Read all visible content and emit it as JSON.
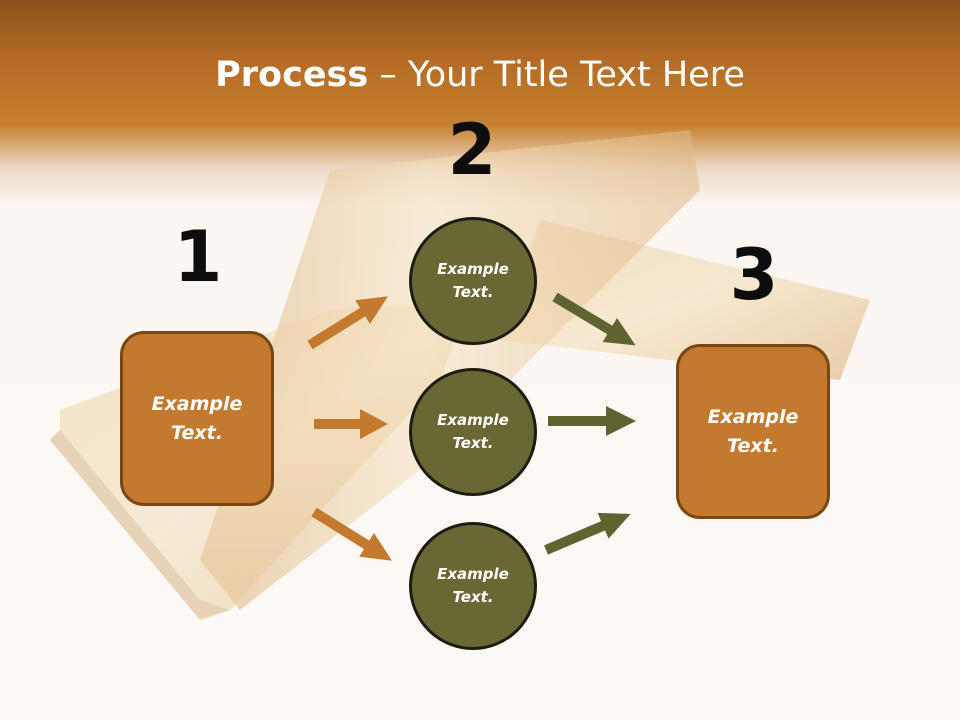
{
  "slide": {
    "title_bold": "Process",
    "title_rest": " – Your Title Text Here",
    "numbers": [
      "1",
      "2",
      "3"
    ],
    "left_box": {
      "text": "Example Text."
    },
    "circles": [
      {
        "text": "Example Text."
      },
      {
        "text": "Example Text."
      },
      {
        "text": "Example Text."
      }
    ],
    "right_box": {
      "text": "Example Text."
    }
  },
  "colors": {
    "box_fill": "#c47a2e",
    "circle_fill": "#696834",
    "arrow_orange": "#c47a2e",
    "arrow_olive": "#5e6330",
    "header": "#b56b25"
  },
  "icons": {
    "background": "gold-bars-illustration"
  }
}
